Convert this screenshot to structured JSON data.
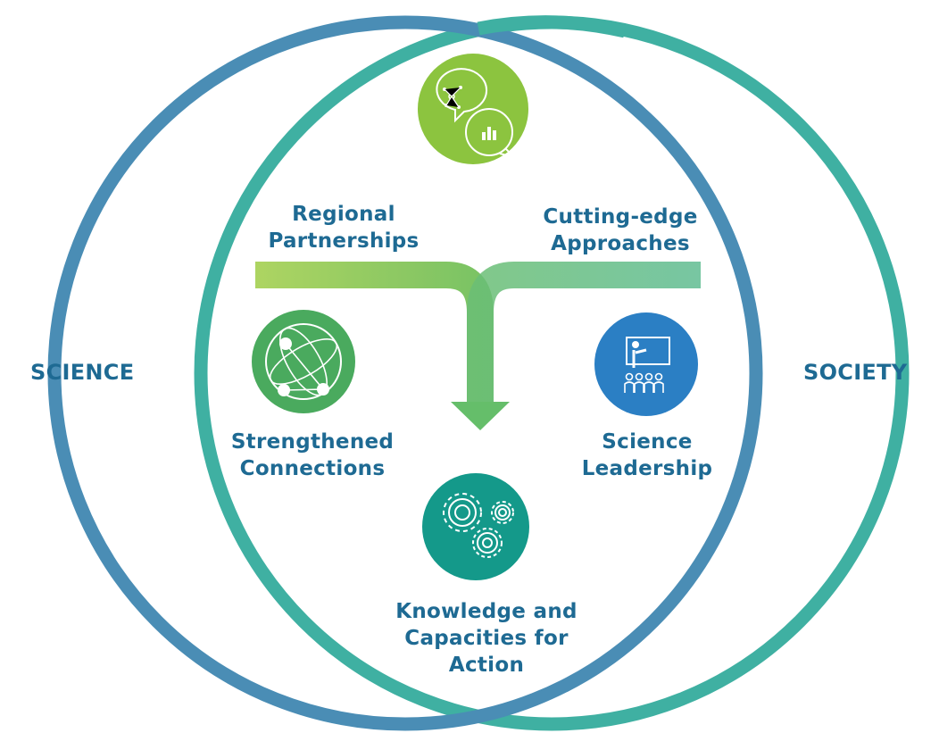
{
  "diagram": {
    "left_circle": {
      "label": "SCIENCE",
      "color": "#4a8db5"
    },
    "right_circle": {
      "label": "SOCIETY",
      "color": "#3fb0a2"
    },
    "nodes": {
      "regional": {
        "line1": "Regional",
        "line2": "Partnerships",
        "color": "#a8d05a"
      },
      "cutting": {
        "line1": "Cutting-edge",
        "line2": "Approaches",
        "color": "#5fbf86"
      },
      "strengthened": {
        "line1": "Strengthened",
        "line2": "Connections",
        "icon": "globe-network-icon",
        "color": "#4aaa5e"
      },
      "leadership": {
        "line1": "Science",
        "line2": "Leadership",
        "icon": "teacher-classroom-icon",
        "color": "#2b7fc4"
      },
      "knowledge": {
        "line1": "Knowledge and",
        "line2": "Capacities for",
        "line3": "Action",
        "icon": "gears-icon",
        "color": "#14998a"
      },
      "top_icon": {
        "icon": "speech-bubbles-icon",
        "color": "#8cc43f"
      }
    },
    "text_color": "#1e6a93"
  }
}
